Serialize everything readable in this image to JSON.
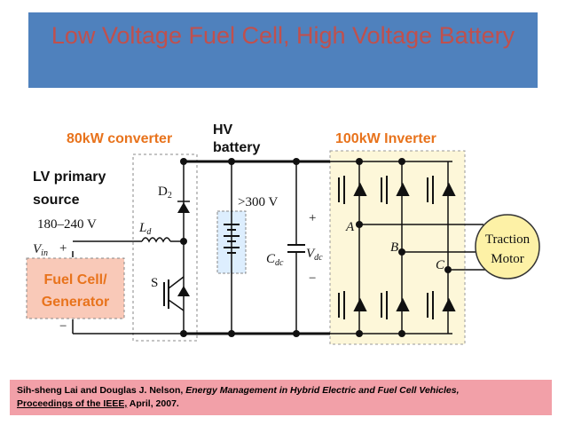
{
  "slide": {
    "title": "Low Voltage Fuel Cell, High Voltage Battery"
  },
  "diagram": {
    "converter_label": "80kW converter",
    "battery_label_line1": "HV",
    "battery_label_line2": "battery",
    "inverter_label": "100kW Inverter",
    "source_label_line1": "LV primary",
    "source_label_line2": "source",
    "source_voltage": "180–240 V",
    "vin_label": "V",
    "vin_sub": "in",
    "plus_sign": "+",
    "minus_sign": "−",
    "fuel_cell_line1": "Fuel Cell/",
    "fuel_cell_line2": "Generator",
    "inductor_label": "L",
    "inductor_sub": "d",
    "diode_label": "D",
    "diode_sub": "2",
    "switch_label": "S",
    "battery_voltage": ">300 V",
    "cap_label": "C",
    "cap_sub": "dc",
    "vdc_label": "V",
    "vdc_sub": "dc",
    "phase_a": "A",
    "phase_b": "B",
    "phase_c": "C",
    "motor_line1": "Traction",
    "motor_line2": "Motor"
  },
  "citation": {
    "authors": "Sih-sheng Lai and Douglas J. Nelson, ",
    "work": "Energy Management in Hybrid Electric and Fuel Cell Vehicles,",
    "journal": "Proceedings of the IEEE,",
    "date": " April, 2007."
  },
  "colors": {
    "title_band": "#4f81bd",
    "title_text": "#c0504d",
    "citation_band": "#f2a0a8",
    "label_orange": "#e8731c",
    "fuel_cell_fill": "#f9c9b8",
    "inverter_fill": "#fdf7d9",
    "motor_fill": "#fdf1a6"
  }
}
